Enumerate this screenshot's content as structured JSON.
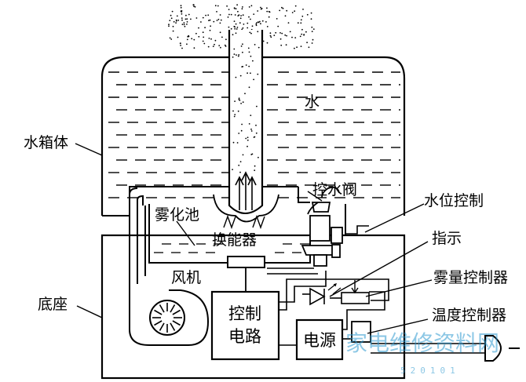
{
  "labels": {
    "water": "水",
    "tank_body": "水箱体",
    "water_valve": "控水阀",
    "level_control": "水位控制",
    "atomizing_pool": "雾化池",
    "transducer": "换能器",
    "indicator": "指示",
    "fan": "风机",
    "mist_controller": "雾量控制器",
    "base": "底座",
    "control_line1": "控制",
    "control_line2": "电路",
    "temp_controller": "温度控制器",
    "power": "电源"
  },
  "watermark": {
    "text": "家电维修资料网",
    "sub": "520101"
  },
  "colors": {
    "line": "#000000",
    "watermark": "#2f9ad0"
  }
}
